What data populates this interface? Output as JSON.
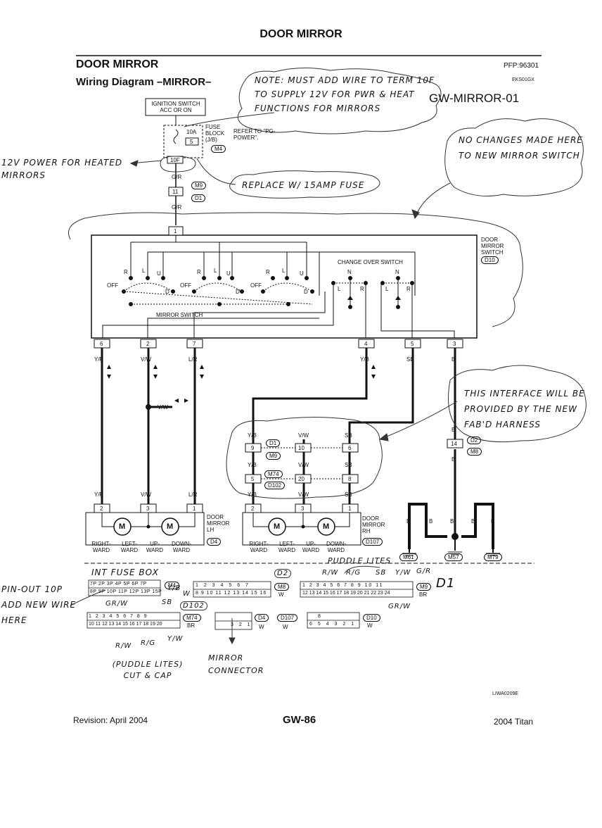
{
  "header": {
    "page_title": "DOOR MIRROR",
    "section_title": "DOOR MIRROR",
    "subtitle": "Wiring Diagram –MIRROR–",
    "pfp": "PFP:96301",
    "small_code": "EKS01GX",
    "diagram_id": "GW-MIRROR-01"
  },
  "top": {
    "ignition": "IGNITION SWITCH ACC OR ON",
    "fuse_block": "FUSE BLOCK (J/B)",
    "fuse_amp": "10A",
    "fuse_num": "5",
    "m4": "M4",
    "refer": "REFER TO \"PG-POWER\".",
    "term_10f": "10F",
    "gr1": "G/R",
    "m9": "M9",
    "term_11": "11",
    "d1": "D1",
    "gr2": "G/R",
    "term_1": "1"
  },
  "switch_box": {
    "label": "DOOR MIRROR SWITCH",
    "conn": "D10",
    "change_over": "CHANGE OVER SWITCH",
    "mirror_switch": "MIRROR SWITCH",
    "off": "OFF",
    "r": "R",
    "l": "L",
    "u": "U",
    "d": "D",
    "n": "N",
    "terms": [
      "6",
      "2",
      "7",
      "4",
      "5",
      "3"
    ]
  },
  "wires": {
    "yr": "Y/R",
    "vw": "V/W",
    "lr": "L/R",
    "yb": "Y/B",
    "sb": "SB",
    "b": "B"
  },
  "mid_connectors": {
    "c9": "9",
    "c10": "10",
    "c6": "6",
    "d1": "D1",
    "m9": "M9",
    "c5": "5",
    "c20": "20",
    "c8": "8",
    "m74": "M74",
    "d102": "D102",
    "c14": "14",
    "d2": "D2",
    "m8": "M8"
  },
  "left_mirror": {
    "label": "DOOR MIRROR LH",
    "conn": "D4",
    "terms": [
      "2",
      "3",
      "1"
    ],
    "m": "M",
    "captions": [
      "RIGHT-WARD",
      "LEFT-WARD",
      "UP-WARD",
      "DOWN-WARD"
    ]
  },
  "right_mirror": {
    "label": "DOOR MIRROR RH",
    "conn": "D107",
    "terms": [
      "2",
      "3",
      "1"
    ],
    "m": "M",
    "captions": [
      "RIGHT-WARD",
      "LEFT-WARD",
      "UP-WARD",
      "DOWN-WARD"
    ]
  },
  "grounds": [
    "M61",
    "M57",
    "M79"
  ],
  "bottom": {
    "m4": "M4",
    "m8": "M8",
    "m8_color": "W",
    "m9": "M9",
    "m9_color": "BR",
    "m74": "M74",
    "m74_color": "BR",
    "d4": "D4",
    "d107": "D107",
    "dw": "W",
    "d10": "D10",
    "d10_color": "W",
    "row_m8_top": [
      "1",
      "2",
      "3",
      "4",
      "5",
      "6",
      "7"
    ],
    "row_m8_bot": [
      "8",
      "9",
      "10",
      "11",
      "12",
      "13",
      "14",
      "15",
      "16"
    ],
    "row_m9_top": [
      "1",
      "2",
      "3",
      "4",
      "5",
      "6",
      "7",
      "8",
      "9",
      "10",
      "11"
    ],
    "row_m9_bot": [
      "12",
      "13",
      "14",
      "15",
      "16",
      "17",
      "18",
      "19",
      "20",
      "21",
      "22",
      "23",
      "24"
    ],
    "row_m74_top": [
      "1",
      "2",
      "3",
      "4",
      "5",
      "6",
      "7",
      "8",
      "9"
    ],
    "row_m74_bot": [
      "10",
      "11",
      "12",
      "13",
      "14",
      "15",
      "16",
      "17",
      "18",
      "19",
      "20"
    ],
    "row_d_top": [],
    "row_d_bot": [
      "3",
      "2",
      "1"
    ],
    "row_d10_top": [
      "8"
    ],
    "row_d10_bot": [
      "6",
      "5",
      "4",
      "3",
      "2",
      "1"
    ],
    "m4_top": [
      "7P",
      "2P",
      "3P",
      "4P",
      "5P",
      "6P",
      "7P"
    ],
    "m4_bot": [
      "8P",
      "9P",
      "10P",
      "11P",
      "12P",
      "13P",
      "15P"
    ],
    "code": "LIWA0209E"
  },
  "handwritten": {
    "note": "NOTE: MUST ADD WIRE TO TERM 10F TO SUPPLY 12V FOR PWR & HEAT FUNCTIONS FOR MIRRORS",
    "power": "12V POWER FOR HEATED MIRRORS",
    "replace": "REPLACE W/ 15AMP FUSE",
    "no_changes": "NO CHANGES MADE HERE TO NEW MIRROR SWITCH",
    "interface": "THIS INTERFACE WILL BE PROVIDED BY THE NEW FAB'D HARNESS",
    "int_fuse": "INT FUSE BOX",
    "pinout": "PIN-OUT 10P ADD NEW WIRE HERE",
    "grw1": "GR/W",
    "sb": "SB",
    "yb": "Y/B",
    "w": "W",
    "d2": "D2",
    "d102": "D102",
    "puddle_top": "PUDDLE LITES",
    "puddle_bot": "(PUDDLE LITES) CUT & CAP",
    "rw": "R/W",
    "rg": "R/G",
    "gr": "G/R",
    "yw": "Y/W",
    "grw2": "GR/W",
    "d1": "D1",
    "mirror_conn": "MIRROR CONNECTOR"
  },
  "footer": {
    "revision": "Revision: April 2004",
    "page": "GW-86",
    "model": "2004 Titan"
  }
}
